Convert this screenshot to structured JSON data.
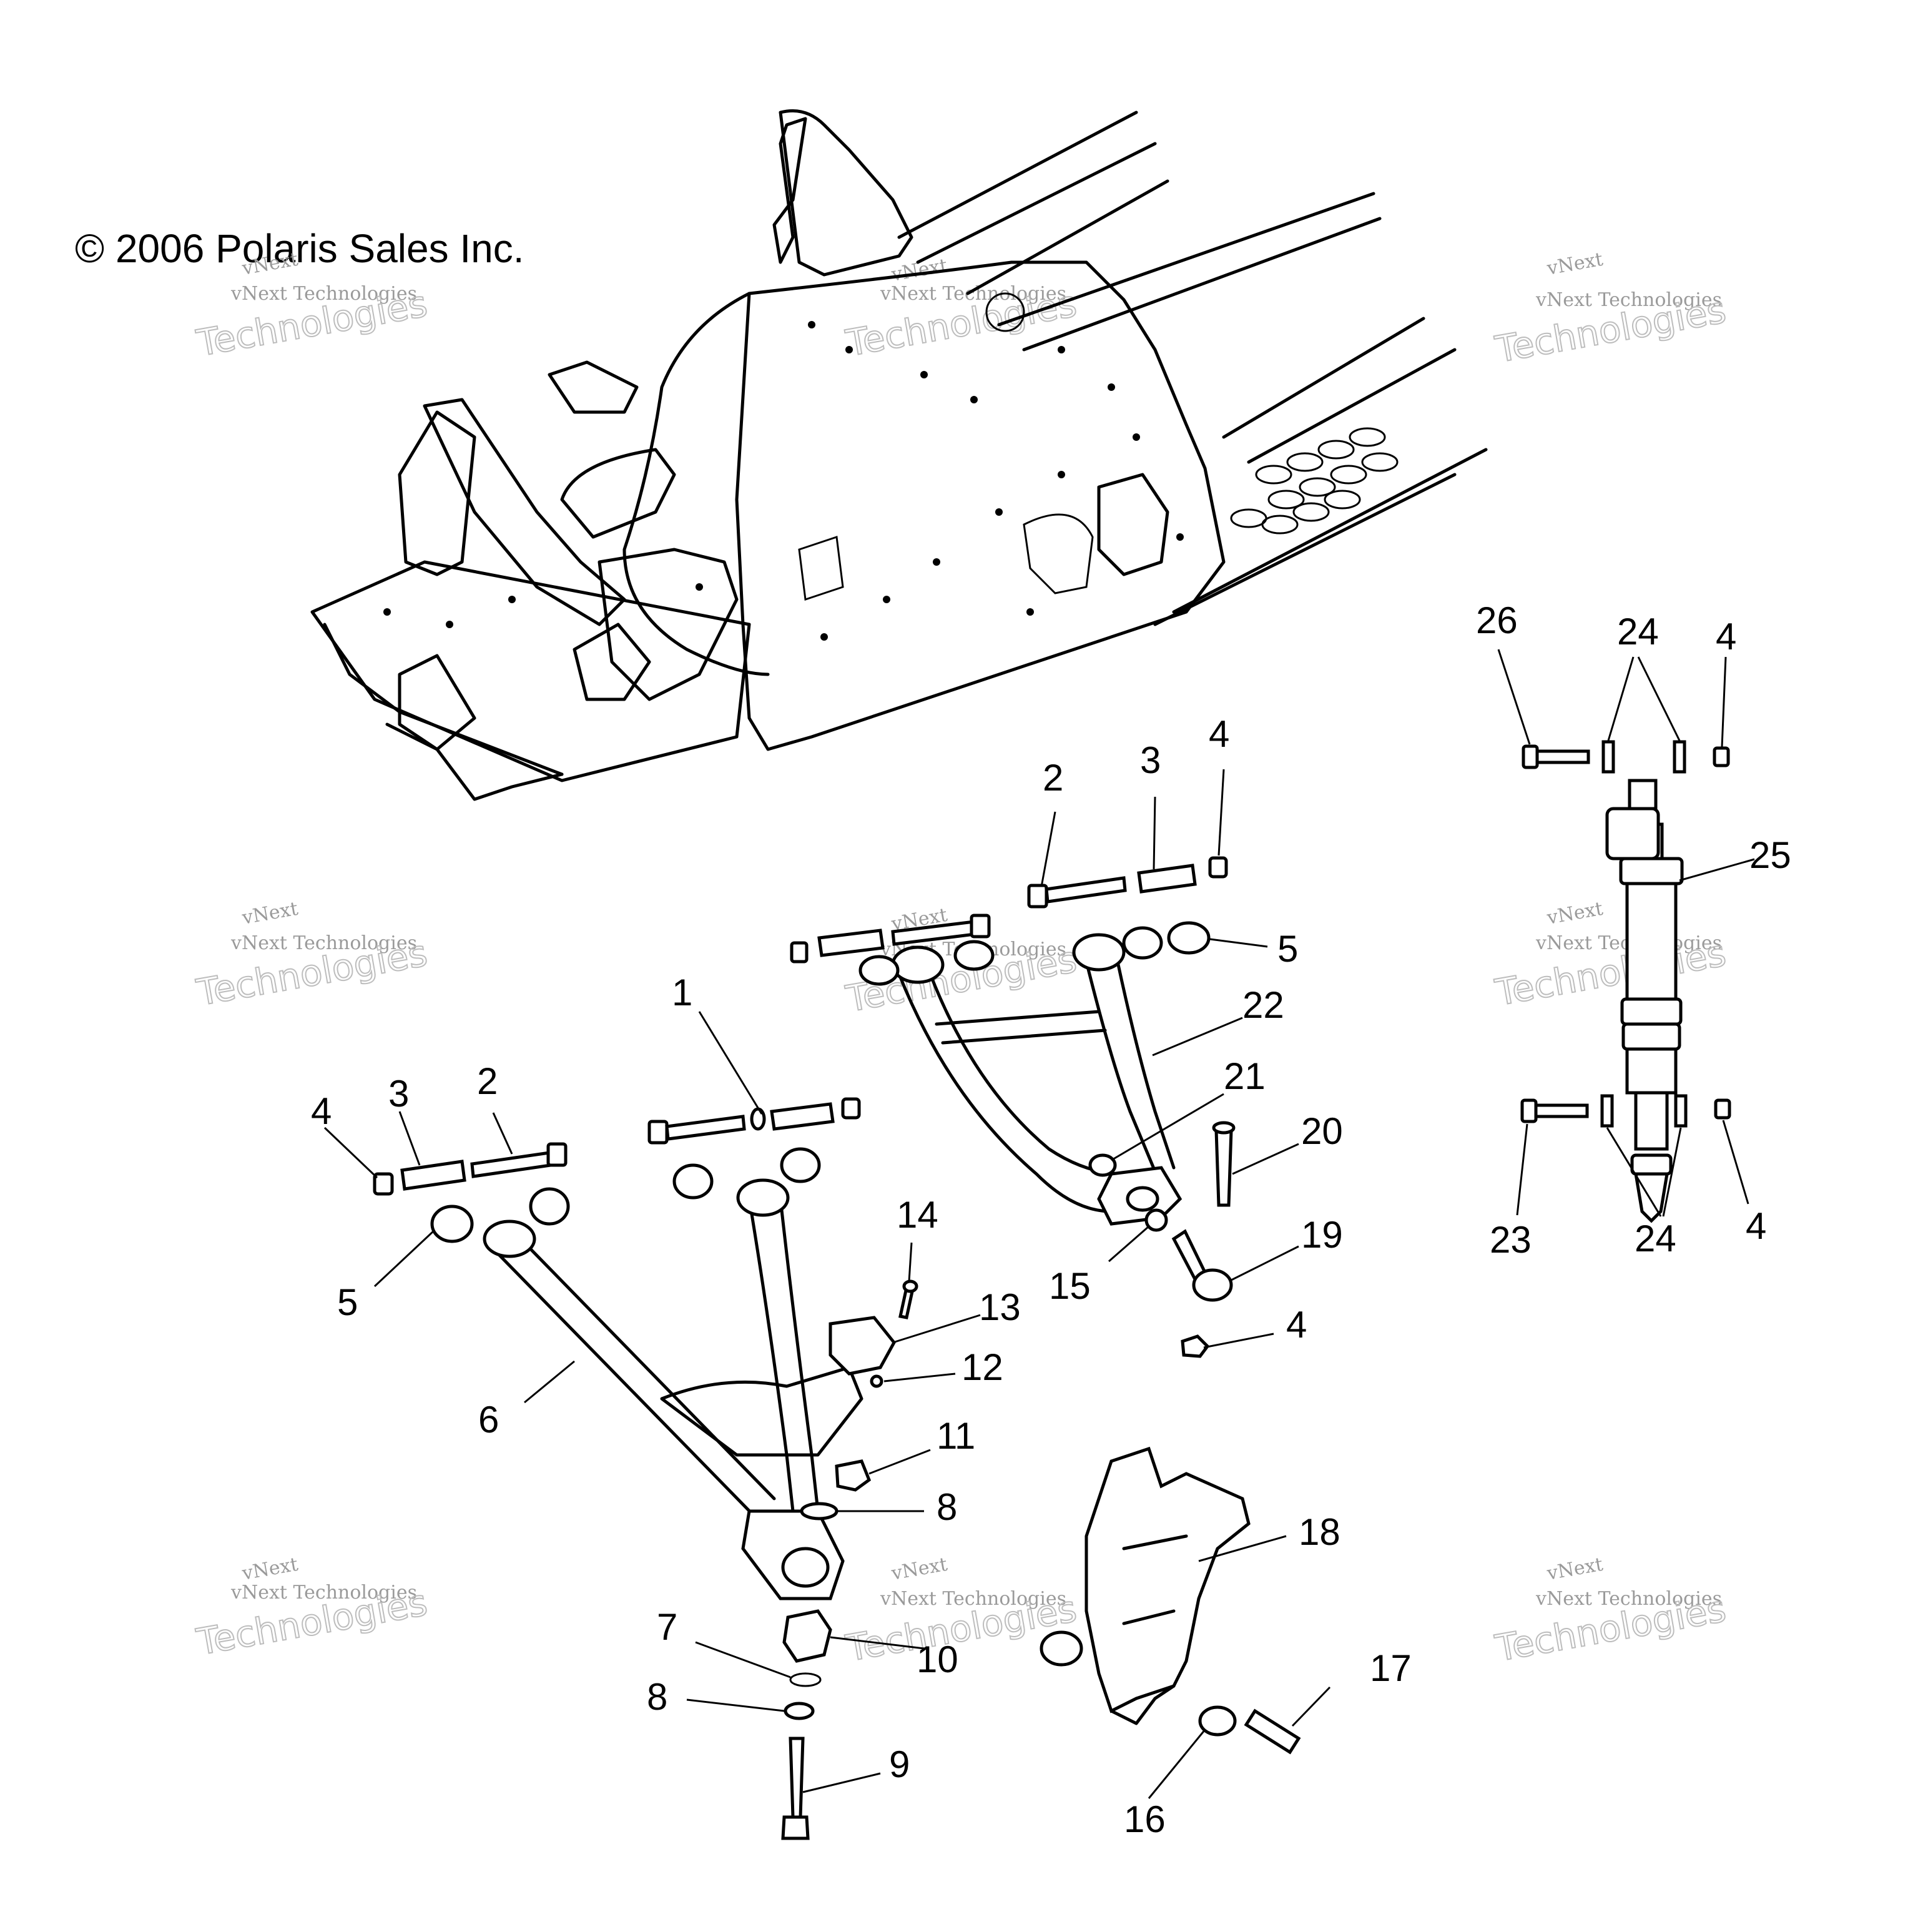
{
  "copyright": "© 2006 Polaris Sales Inc.",
  "watermark": {
    "line1": "vNext",
    "line2": "vNext Technologies",
    "line3": "Technologies"
  },
  "callouts": {
    "c1": "1",
    "c2a": "2",
    "c2b": "2",
    "c3a": "3",
    "c3b": "3",
    "c4a": "4",
    "c4b": "4",
    "c4c": "4",
    "c4d": "4",
    "c4e": "4",
    "c5a": "5",
    "c5b": "5",
    "c6": "6",
    "c7": "7",
    "c8a": "8",
    "c8b": "8",
    "c9": "9",
    "c10": "10",
    "c11": "11",
    "c12": "12",
    "c13": "13",
    "c14": "14",
    "c15": "15",
    "c16": "16",
    "c17": "17",
    "c18": "18",
    "c19": "19",
    "c20": "20",
    "c21": "21",
    "c22": "22",
    "c23": "23",
    "c24a": "24",
    "c24b": "24",
    "c25": "25",
    "c26": "26"
  }
}
